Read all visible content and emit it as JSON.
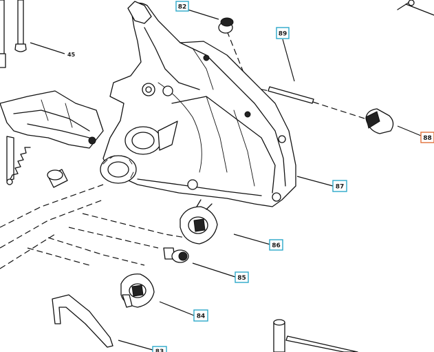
{
  "diagram": {
    "part_labels": [
      {
        "id": "82",
        "label": "82"
      },
      {
        "id": "45",
        "label": "45"
      },
      {
        "id": "89",
        "label": "89"
      },
      {
        "id": "88",
        "label": "88"
      },
      {
        "id": "87",
        "label": "87"
      },
      {
        "id": "86",
        "label": "86"
      },
      {
        "id": "85",
        "label": "85"
      },
      {
        "id": "84",
        "label": "84"
      },
      {
        "id": "83",
        "label": "83"
      }
    ],
    "colors": {
      "label_border": "#2aa7c9",
      "label_border_highlight": "#e0703a",
      "ink": "#111111"
    }
  }
}
